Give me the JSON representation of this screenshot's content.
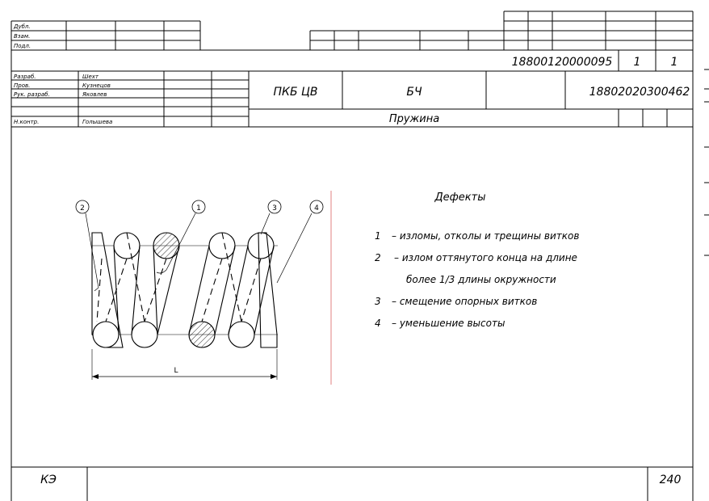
{
  "stamp_top": {
    "row_labels": [
      "Дубл.",
      "Взам.",
      "Подл."
    ],
    "doc_number": "18800120000095",
    "sheet": "1",
    "sheets": "1"
  },
  "signatures": [
    {
      "role": "Разраб.",
      "name": "Шехт"
    },
    {
      "role": "Пров.",
      "name": "Кузнецов"
    },
    {
      "role": "Рук. разраб.",
      "name": "Яковлев"
    },
    {
      "role": "",
      "name": ""
    },
    {
      "role": "Н.контр.",
      "name": "Голышева"
    }
  ],
  "title_block": {
    "org": "ПКБ ЦВ",
    "dept": "БЧ",
    "code": "18802020300462",
    "item_name": "Пружина"
  },
  "drawing": {
    "callouts": [
      "2",
      "1",
      "3",
      "4"
    ],
    "dim_label": "L"
  },
  "defects": {
    "title": "Дефекты",
    "items": [
      {
        "num": "1",
        "text": "– изломы, отколы и трещины витков"
      },
      {
        "num": "2",
        "text": "– излом оттянутого конца на длине"
      },
      {
        "num": "",
        "text": "более 1/3 длины окружности"
      },
      {
        "num": "3",
        "text": "– смещение опорных витков"
      },
      {
        "num": "4",
        "text": "– уменьшение высоты"
      }
    ]
  },
  "footer": {
    "doc_type": "КЭ",
    "page": "240"
  }
}
